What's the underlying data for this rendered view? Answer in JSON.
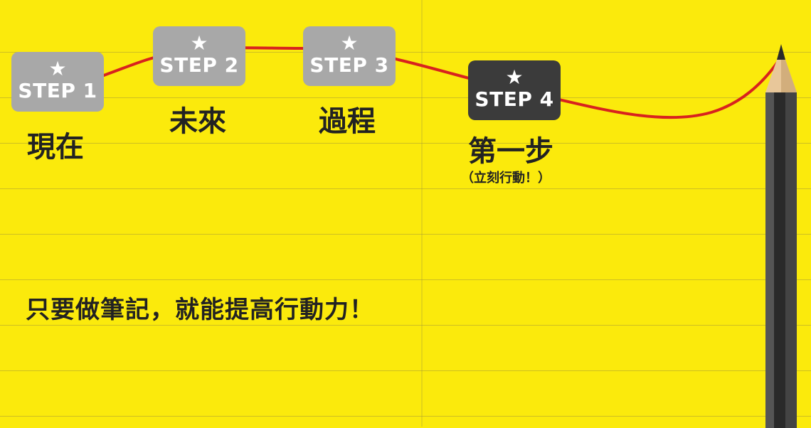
{
  "steps": [
    {
      "star": "★",
      "label": "STEP 1",
      "caption": "現在",
      "state": "past"
    },
    {
      "star": "★",
      "label": "STEP 2",
      "caption": "未來",
      "state": "past"
    },
    {
      "star": "★",
      "label": "STEP 3",
      "caption": "過程",
      "state": "past"
    },
    {
      "star": "★",
      "label": "STEP 4",
      "caption": "第一步",
      "subcaption": "（立刻行動！）",
      "state": "current"
    }
  ],
  "slogan": "只要做筆記，就能提高行動力！",
  "colors": {
    "background": "#fbea0c",
    "step_past": "#a8a8a8",
    "step_current": "#3b3b3b",
    "curve": "#d8221e",
    "text": "#222222"
  },
  "icons": [
    "star-icon",
    "pencil-icon"
  ]
}
